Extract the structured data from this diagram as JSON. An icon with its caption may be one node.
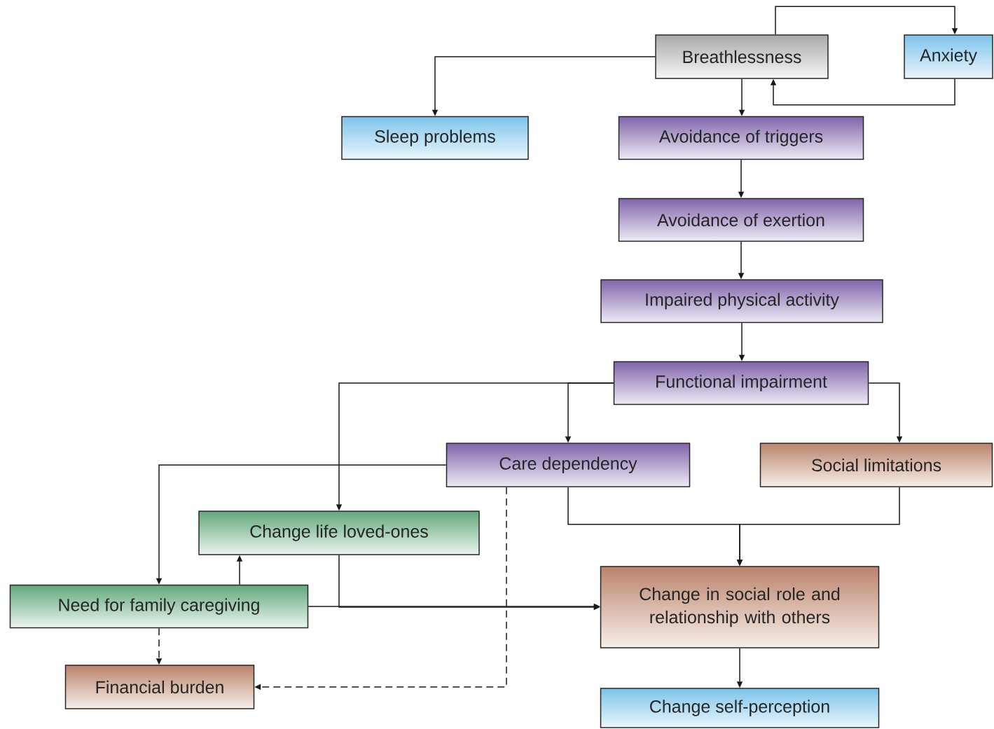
{
  "diagram": {
    "nodes": [
      {
        "text": [
          "Breathlessness"
        ]
      },
      {
        "text": [
          "Anxiety"
        ]
      },
      {
        "text": [
          "Sleep problems"
        ]
      },
      {
        "text": [
          "Avoidance of triggers"
        ]
      },
      {
        "text": [
          "Avoidance of exertion"
        ]
      },
      {
        "text": [
          "Impaired physical activity"
        ]
      },
      {
        "text": [
          "Functional impairment"
        ]
      },
      {
        "text": [
          "Care dependency"
        ]
      },
      {
        "text": [
          "Social limitations"
        ]
      },
      {
        "text": [
          "Change life loved-ones"
        ]
      },
      {
        "text": [
          "Need for family caregiving"
        ]
      },
      {
        "text": [
          "Change in social role and relationship with others"
        ]
      },
      {
        "text": [
          "Financial burden"
        ]
      },
      {
        "text": [
          "Change self-perception"
        ]
      }
    ],
    "edges": [
      {
        "from": 0,
        "to": 2,
        "arrow": "to"
      },
      {
        "from": 0,
        "to": 1,
        "arrow": "to"
      },
      {
        "from": 1,
        "to": 0,
        "arrow": "to"
      },
      {
        "from": 0,
        "to": 3,
        "arrow": "to"
      },
      {
        "from": 3,
        "to": 4,
        "arrow": "to"
      },
      {
        "from": 4,
        "to": 5,
        "arrow": "to"
      },
      {
        "from": 5,
        "to": 6,
        "arrow": "to"
      },
      {
        "from": 6,
        "to": 7,
        "arrow": "to"
      },
      {
        "from": 6,
        "to": 9,
        "arrow": "to"
      },
      {
        "from": 6,
        "to": 8,
        "arrow": "to"
      },
      {
        "from": 7,
        "to": 10,
        "arrow": "to"
      },
      {
        "from": 7,
        "to": 11,
        "arrow": "to"
      },
      {
        "from": 8,
        "to": 11,
        "arrow": "to"
      },
      {
        "from": 10,
        "to": 9,
        "arrow": "to"
      },
      {
        "from": 10,
        "to": 11,
        "arrow": "to"
      },
      {
        "from": 9,
        "to": 11,
        "arrow": "to"
      },
      {
        "from": 10,
        "to": 12,
        "arrow": "to",
        "style": "dashed"
      },
      {
        "from": 7,
        "to": 12,
        "arrow": "to",
        "style": "dashed"
      },
      {
        "from": 11,
        "to": 13,
        "arrow": "to"
      }
    ]
  }
}
